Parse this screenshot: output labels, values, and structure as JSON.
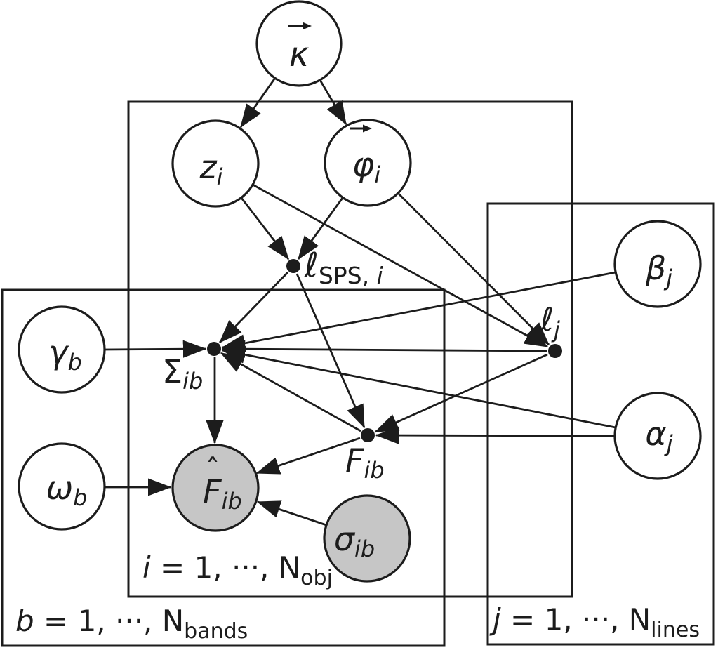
{
  "meta": {
    "description": "Probabilistic graphical model (plate diagram) for hierarchical photometric flux modeling",
    "colors": {
      "ink": "#1c1c1c",
      "shaded_node_fill": "#c6c6c6",
      "open_node_fill": "#ffffff",
      "background": "#ffffff"
    }
  },
  "nodes": {
    "kappa": {
      "base": "κ",
      "vector": true,
      "kind": "latent-circle"
    },
    "z": {
      "base": "z",
      "sub": "i",
      "kind": "latent-circle"
    },
    "phi": {
      "base": "φ",
      "sub": "i",
      "vector": true,
      "kind": "latent-circle"
    },
    "gamma": {
      "base": "γ",
      "sub": "b",
      "kind": "latent-circle"
    },
    "omega": {
      "base": "ω",
      "sub": "b",
      "kind": "latent-circle"
    },
    "beta": {
      "base": "β",
      "sub": "j",
      "kind": "latent-circle"
    },
    "alpha": {
      "base": "α",
      "sub": "j",
      "kind": "latent-circle"
    },
    "f_hat": {
      "hat": "ˆ",
      "base": "F",
      "sub": "ib",
      "kind": "observed-shaded-circle"
    },
    "sigma_obs": {
      "base": "σ",
      "sub": "ib",
      "kind": "observed-shaded-circle"
    },
    "l_sps": {
      "base": "ℓ",
      "sub_upright": "SPS, ",
      "sub_italic": "i",
      "kind": "deterministic-dot"
    },
    "cov": {
      "base": "Σ",
      "sub": "ib",
      "kind": "deterministic-dot"
    },
    "f_flux": {
      "base": "F",
      "sub": "ib",
      "kind": "deterministic-dot"
    },
    "l_line": {
      "base": "ℓ",
      "sub": "j",
      "kind": "deterministic-dot"
    }
  },
  "plates": {
    "obj": {
      "var": "i",
      "eq": " = 1, ···, N",
      "sub": "obj"
    },
    "bands": {
      "var": "b",
      "eq": " = 1, ···, N",
      "sub": "bands"
    },
    "lines": {
      "var": "j",
      "eq": " = 1, ···, N",
      "sub": "lines"
    }
  },
  "edges": [
    {
      "from": "kappa",
      "to": "z"
    },
    {
      "from": "kappa",
      "to": "phi"
    },
    {
      "from": "z",
      "to": "l_sps"
    },
    {
      "from": "phi",
      "to": "l_sps"
    },
    {
      "from": "z",
      "to": "l_line"
    },
    {
      "from": "phi",
      "to": "l_line"
    },
    {
      "from": "l_sps",
      "to": "cov"
    },
    {
      "from": "l_sps",
      "to": "f_flux"
    },
    {
      "from": "gamma",
      "to": "cov"
    },
    {
      "from": "beta",
      "to": "cov"
    },
    {
      "from": "l_line",
      "to": "cov"
    },
    {
      "from": "alpha",
      "to": "cov"
    },
    {
      "from": "f_flux",
      "to": "cov"
    },
    {
      "from": "l_line",
      "to": "f_flux"
    },
    {
      "from": "alpha",
      "to": "f_flux"
    },
    {
      "from": "cov",
      "to": "f_hat"
    },
    {
      "from": "f_flux",
      "to": "f_hat"
    },
    {
      "from": "omega",
      "to": "f_hat"
    },
    {
      "from": "sigma_obs",
      "to": "f_hat"
    }
  ]
}
